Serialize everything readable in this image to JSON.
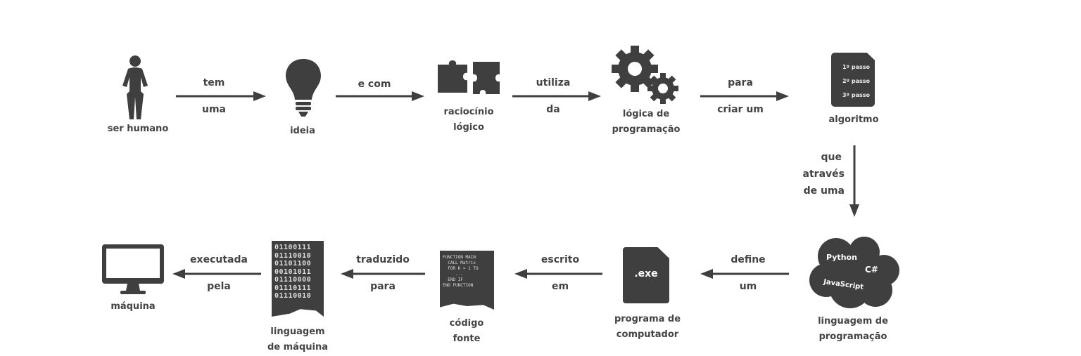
{
  "nodes": {
    "human": "ser humano",
    "idea": "ideia",
    "reasoning_1": "raciocínio",
    "reasoning_2": "lógico",
    "logic_1": "lógica de",
    "logic_2": "programação",
    "algorithm": "algoritmo",
    "language_1": "linguagem de",
    "language_2": "programação",
    "program_1": "programa de",
    "program_2": "computador",
    "source_1": "código",
    "source_2": "fonte",
    "machine_lang_1": "linguagem",
    "machine_lang_2": "de máquina",
    "machine": "máquina"
  },
  "edges": {
    "e1_top": "tem",
    "e1_bottom": "uma",
    "e2_top": "e com",
    "e3_top": "utiliza",
    "e3_bottom": "da",
    "e4_top": "para",
    "e4_bottom": "criar um",
    "e5_1": "que",
    "e5_2": "através",
    "e5_3": "de uma",
    "e6_top": "define",
    "e6_bottom": "um",
    "e7_top": "escrito",
    "e7_bottom": "em",
    "e8_top": "traduzido",
    "e8_bottom": "para",
    "e9_top": "executada",
    "e9_bottom": "pela"
  },
  "icons": {
    "algorithm_steps": [
      "1º passo",
      "2º passo",
      "3º passo"
    ],
    "languages": [
      "Python",
      "C#",
      "JavaScript"
    ],
    "exe": ".exe",
    "code": [
      "FUNCTION MAIN",
      "  CALL Matrix",
      "  FOR K = 1 TO",
      "     ...",
      "  END IF",
      "END FUNCTION"
    ],
    "binary": [
      "01100111",
      "01110010",
      "01101100",
      "00101011",
      "01110000",
      "01110111",
      "01110010"
    ]
  },
  "colors": {
    "icon": "#3f3f3f",
    "text": "#444444"
  }
}
